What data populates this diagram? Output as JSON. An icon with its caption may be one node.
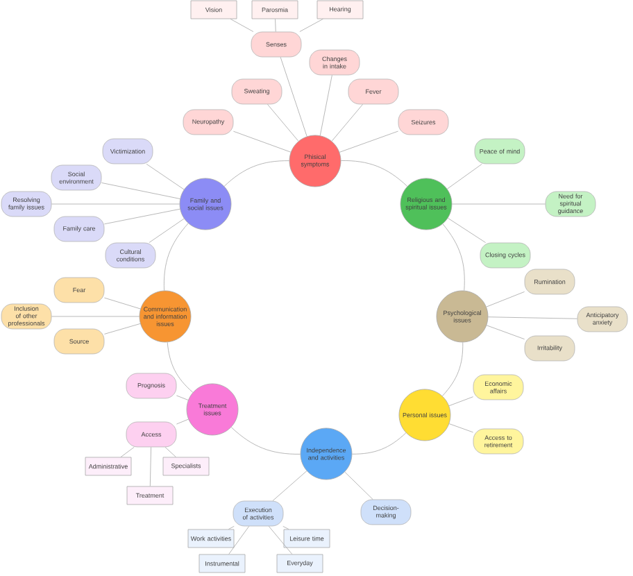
{
  "diagram": {
    "nodes": [
      {
        "text": [
          "Phisical symptoms"
        ]
      },
      {
        "text": [
          "Senses"
        ]
      },
      {
        "text": [
          "Vision"
        ]
      },
      {
        "text": [
          "Parosmia"
        ]
      },
      {
        "text": [
          "Hearing"
        ]
      },
      {
        "text": [
          "Changes in intake"
        ]
      },
      {
        "text": [
          "Sweating"
        ]
      },
      {
        "text": [
          "Fever"
        ]
      },
      {
        "text": [
          "Neuropathy"
        ]
      },
      {
        "text": [
          "Seizures"
        ]
      },
      {
        "text": [
          "Religious and spiritual issues"
        ]
      },
      {
        "text": [
          "Peace of mind"
        ]
      },
      {
        "text": [
          "Need for spiritual guidance"
        ]
      },
      {
        "text": [
          "Closing cycles"
        ]
      },
      {
        "text": [
          "Psychological issues"
        ]
      },
      {
        "text": [
          "Rumination"
        ]
      },
      {
        "text": [
          "Anticipatory anxiety"
        ]
      },
      {
        "text": [
          "Irritability"
        ]
      },
      {
        "text": [
          "Personal issues"
        ]
      },
      {
        "text": [
          "Economic affairs"
        ]
      },
      {
        "text": [
          "Access to retirement"
        ]
      },
      {
        "text": [
          "Independence and activities"
        ]
      },
      {
        "text": [
          "Execution of activities"
        ]
      },
      {
        "text": [
          "Work activities"
        ]
      },
      {
        "text": [
          "Leisure time"
        ]
      },
      {
        "text": [
          "Instrumental"
        ]
      },
      {
        "text": [
          "Everyday"
        ]
      },
      {
        "text": [
          "Decision-making"
        ]
      },
      {
        "text": [
          "Treatment issues"
        ]
      },
      {
        "text": [
          "Prognosis"
        ]
      },
      {
        "text": [
          "Access"
        ]
      },
      {
        "text": [
          "Administrative"
        ]
      },
      {
        "text": [
          "Specialists"
        ]
      },
      {
        "text": [
          "Treatment"
        ]
      },
      {
        "text": [
          "Communication and information issues"
        ]
      },
      {
        "text": [
          "Fear"
        ]
      },
      {
        "text": [
          "Inclusion of other professionals"
        ]
      },
      {
        "text": [
          "Source"
        ]
      },
      {
        "text": [
          "Family and social issues"
        ]
      },
      {
        "text": [
          "Victimization"
        ]
      },
      {
        "text": [
          "Social environment"
        ]
      },
      {
        "text": [
          "Resolving family issues"
        ]
      },
      {
        "text": [
          "Family care"
        ]
      },
      {
        "text": [
          "Cultural conditions"
        ]
      }
    ],
    "edges": [
      {
        "from": 0,
        "to": 10,
        "arrow": "none"
      },
      {
        "from": 10,
        "to": 14,
        "arrow": "none"
      },
      {
        "from": 14,
        "to": 18,
        "arrow": "none"
      },
      {
        "from": 18,
        "to": 21,
        "arrow": "none"
      },
      {
        "from": 21,
        "to": 28,
        "arrow": "none"
      },
      {
        "from": 28,
        "to": 34,
        "arrow": "none"
      },
      {
        "from": 34,
        "to": 38,
        "arrow": "none"
      },
      {
        "from": 38,
        "to": 0,
        "arrow": "none"
      },
      {
        "from": 0,
        "to": 1,
        "arrow": "none"
      },
      {
        "from": 1,
        "to": 2,
        "arrow": "none"
      },
      {
        "from": 1,
        "to": 3,
        "arrow": "none"
      },
      {
        "from": 1,
        "to": 4,
        "arrow": "none"
      },
      {
        "from": 0,
        "to": 5,
        "arrow": "none"
      },
      {
        "from": 0,
        "to": 6,
        "arrow": "none"
      },
      {
        "from": 0,
        "to": 7,
        "arrow": "none"
      },
      {
        "from": 0,
        "to": 8,
        "arrow": "none"
      },
      {
        "from": 0,
        "to": 9,
        "arrow": "none"
      },
      {
        "from": 10,
        "to": 11,
        "arrow": "none"
      },
      {
        "from": 10,
        "to": 12,
        "arrow": "none"
      },
      {
        "from": 10,
        "to": 13,
        "arrow": "none"
      },
      {
        "from": 14,
        "to": 15,
        "arrow": "none"
      },
      {
        "from": 14,
        "to": 16,
        "arrow": "none"
      },
      {
        "from": 14,
        "to": 17,
        "arrow": "none"
      },
      {
        "from": 18,
        "to": 19,
        "arrow": "none"
      },
      {
        "from": 18,
        "to": 20,
        "arrow": "none"
      },
      {
        "from": 21,
        "to": 22,
        "arrow": "none"
      },
      {
        "from": 22,
        "to": 23,
        "arrow": "none"
      },
      {
        "from": 22,
        "to": 24,
        "arrow": "none"
      },
      {
        "from": 22,
        "to": 25,
        "arrow": "none"
      },
      {
        "from": 22,
        "to": 26,
        "arrow": "none"
      },
      {
        "from": 21,
        "to": 27,
        "arrow": "none"
      },
      {
        "from": 28,
        "to": 29,
        "arrow": "none"
      },
      {
        "from": 28,
        "to": 30,
        "arrow": "none"
      },
      {
        "from": 30,
        "to": 31,
        "arrow": "none"
      },
      {
        "from": 30,
        "to": 32,
        "arrow": "none"
      },
      {
        "from": 30,
        "to": 33,
        "arrow": "none"
      },
      {
        "from": 34,
        "to": 35,
        "arrow": "none"
      },
      {
        "from": 34,
        "to": 36,
        "arrow": "none"
      },
      {
        "from": 34,
        "to": 37,
        "arrow": "none"
      },
      {
        "from": 38,
        "to": 39,
        "arrow": "none"
      },
      {
        "from": 38,
        "to": 40,
        "arrow": "none"
      },
      {
        "from": 38,
        "to": 41,
        "arrow": "none"
      },
      {
        "from": 38,
        "to": 42,
        "arrow": "none"
      },
      {
        "from": 38,
        "to": 43,
        "arrow": "none"
      }
    ]
  }
}
